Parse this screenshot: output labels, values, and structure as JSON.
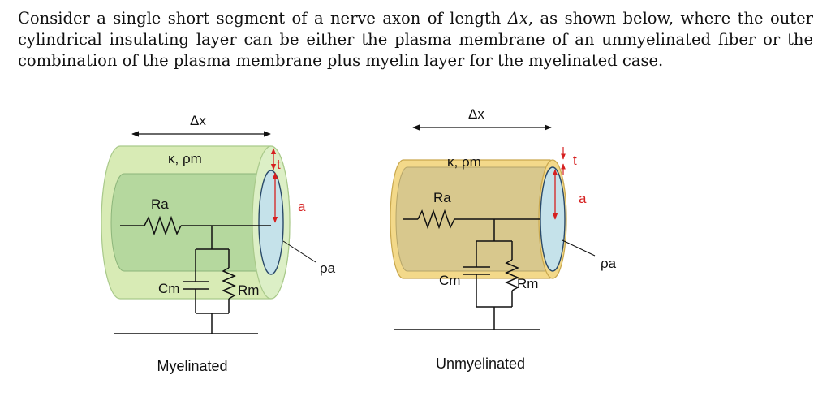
{
  "intro": {
    "before_dx": "Consider a single short segment of a nerve axon of length ",
    "dx": "Δx",
    "after_dx": ", as shown below, where the outer cylindrical insulating layer can be either the plasma membrane of an unmyelinated fiber or the combination of the plasma membrane plus myelin layer for the myelinated case."
  },
  "myelinated": {
    "caption": "Myelinated",
    "dx_label": "Δx",
    "kappa_rho": "κ, ρm",
    "ra": "Ra",
    "cm": "Cm",
    "rm": "Rm",
    "t": "t",
    "a": "a",
    "rho_a": "ρa"
  },
  "unmyelinated": {
    "caption": "Unmyelinated",
    "dx_label": "Δx",
    "kappa_rho": "κ, ρm",
    "ra": "Ra",
    "cm": "Cm",
    "rm": "Rm",
    "t": "t",
    "a": "a",
    "rho_a": "ρa"
  },
  "colors": {
    "myelin_outer": "#d8ebb5",
    "myelin_inner": "#b5d89e",
    "unmyelinated_outer": "#f3d98a",
    "unmyelinated_inner": "#d8c88d",
    "end_face": "#c5e2ea",
    "dimension_red": "#d62020"
  }
}
